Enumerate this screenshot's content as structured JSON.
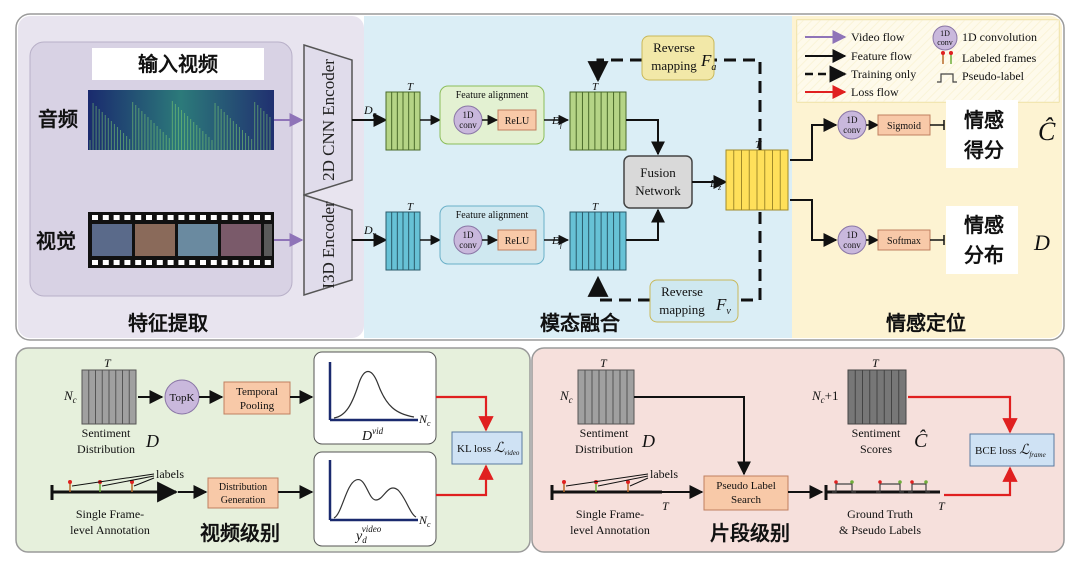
{
  "top": {
    "feature_extraction": {
      "input_video_title": "输入视频",
      "audio_label": "音频",
      "visual_label": "视觉",
      "section_label": "特征提取",
      "encoder_audio": "2D CNN Encoder",
      "encoder_video": "I3D Encoder"
    },
    "fusion": {
      "section_label": "模态融合",
      "d_a": "D",
      "d_a_sub": "a",
      "d_v": "D",
      "d_v_sub": "v",
      "d_f": "D",
      "d_f_sub": "f",
      "d_z": "D",
      "d_z_sub": "z",
      "t_label": "T",
      "feature_alignment": "Feature alignment",
      "conv_label_1": "1D",
      "conv_label_2": "conv",
      "relu_label": "ReLU",
      "fusion_network_1": "Fusion",
      "fusion_network_2": "Network",
      "reverse_mapping_1": "Reverse",
      "reverse_mapping_2": "mapping",
      "reverse_a_symbol": "F",
      "reverse_a_sub": "a",
      "reverse_v_symbol": "F",
      "reverse_v_sub": "v"
    },
    "localization": {
      "section_label": "情感定位",
      "score_label_1": "情感",
      "score_label_2": "得分",
      "dist_label_1": "情感",
      "dist_label_2": "分布",
      "sigmoid_label": "Sigmoid",
      "softmax_label": "Softmax",
      "c_hat": "Ĉ",
      "d_symbol": "D"
    },
    "legend": {
      "video_flow": "Video flow",
      "feature_flow": "Feature flow",
      "training_only": "Training only",
      "loss_flow": "Loss flow",
      "conv_1d": "1D convolution",
      "labeled_frames": "Labeled frames",
      "pseudo_label": "Pseudo-label"
    }
  },
  "bottom": {
    "video_level": {
      "section_label": "视频级别",
      "nc": "N",
      "nc_sub": "c",
      "t_label": "T",
      "sentiment_distribution_1": "Sentiment",
      "sentiment_distribution_2": "Distribution",
      "d_symbol": "D",
      "topk": "TopK",
      "temporal_pooling_1": "Temporal",
      "temporal_pooling_2": "Pooling",
      "d_vid": "D",
      "d_vid_sup": "vid",
      "labels": "labels",
      "distribution_generation_1": "Distribution",
      "distribution_generation_2": "Generation",
      "y_d": "y",
      "y_d_sub": "d",
      "y_d_sup": "video",
      "single_frame_1": "Single Frame-",
      "single_frame_2": "level Annotation",
      "kl_loss": "KL loss",
      "kl_symbol": "ℒ",
      "kl_sub": "video"
    },
    "segment_level": {
      "section_label": "片段级别",
      "nc": "N",
      "nc_sub": "c",
      "nc_plus": "+1",
      "t_label": "T",
      "sentiment_distribution_1": "Sentiment",
      "sentiment_distribution_2": "Distribution",
      "d_symbol": "D",
      "sentiment_scores_1": "Sentiment",
      "sentiment_scores_2": "Scores",
      "c_hat": "Ĉ",
      "labels": "labels",
      "pseudo_label_search_1": "Pseudo Label",
      "pseudo_label_search_2": "Search",
      "single_frame_1": "Single Frame-",
      "single_frame_2": "level Annotation",
      "ground_truth_1": "Ground Truth",
      "ground_truth_2": "& Pseudo Labels",
      "bce_loss": "BCE loss",
      "bce_symbol": "ℒ",
      "bce_sub": "frame"
    }
  },
  "colors": {
    "feature_bg": "#e8e4ef",
    "fusion_bg": "#dbeef6",
    "loc_bg": "#fdf3d2",
    "video_level_bg": "#e6f0dc",
    "segment_level_bg": "#f6e0dc",
    "green_bar": "#b5d486",
    "blue_bar": "#67c2d6",
    "yellow_bar": "#ffe05a",
    "gray_bar": "#a0a0a0",
    "conv_purple": "#c9b8dc",
    "orange_box": "#f8c9a8",
    "arrow_purple": "#8f74b8",
    "loss_red": "#e02020"
  }
}
